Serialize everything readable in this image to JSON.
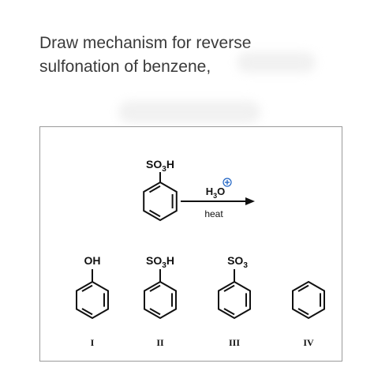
{
  "question": {
    "line1": "Draw mechanism for reverse",
    "line2": "sulfonation of benzene,"
  },
  "reaction": {
    "reactant_group": "SO3H",
    "reagent": "H3O",
    "reagent_charge": "+",
    "condition": "heat"
  },
  "options": [
    {
      "group": "OH",
      "numeral": "I"
    },
    {
      "group": "SO3H",
      "numeral": "II"
    },
    {
      "group": "SO3",
      "numeral": "III"
    },
    {
      "group": "",
      "numeral": "IV"
    }
  ]
}
